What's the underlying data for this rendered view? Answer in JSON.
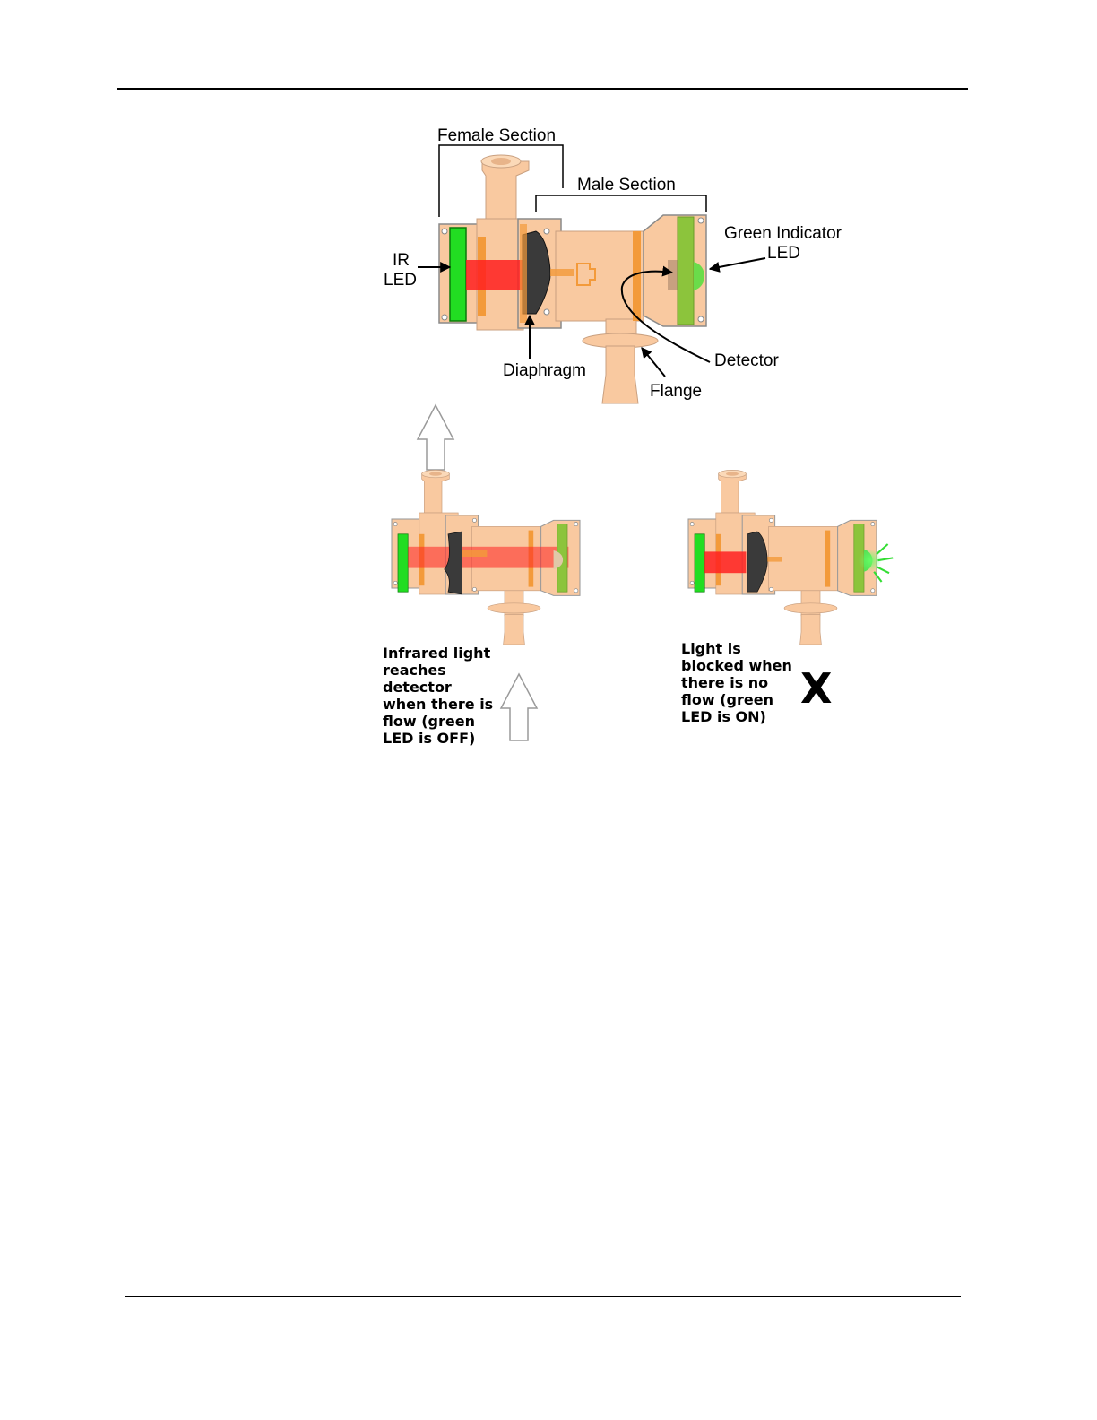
{
  "diagram": {
    "top": {
      "female_section": "Female Section",
      "male_section": "Male Section",
      "ir_led": [
        "IR",
        "LED"
      ],
      "green_led": [
        "Green Indicator",
        "LED"
      ],
      "diaphragm": "Diaphragm",
      "detector": "Detector",
      "flange": "Flange"
    },
    "flow_caption": [
      "Infrared light",
      "reaches",
      "detector",
      "when there is",
      "flow (green",
      "LED is OFF)"
    ],
    "noflow_caption": [
      "Light is",
      "blocked when",
      "there is no",
      "flow (green",
      "LED is ON)"
    ],
    "noflow_mark": "X"
  },
  "colors": {
    "body": "#f9c9a0",
    "body_stroke": "#8a8a8a",
    "ring": "#f39a3a",
    "ir_led": "#22dd22",
    "green_led": "#8cc43c",
    "beam": "#ff1a1a",
    "diaphragm": "#3a3a3a"
  }
}
